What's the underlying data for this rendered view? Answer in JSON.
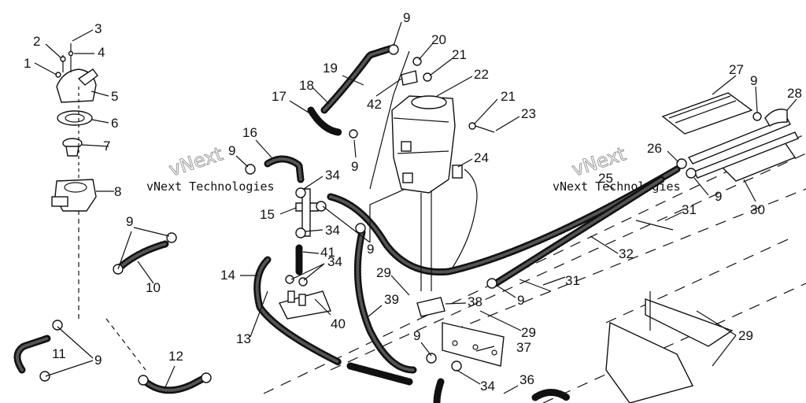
{
  "watermarks": [
    {
      "text": "vNext Technologies"
    },
    {
      "text": "vNext Technologies"
    },
    {
      "text": "vNext"
    },
    {
      "text": "vNext"
    }
  ],
  "callouts": [
    {
      "text": "1"
    },
    {
      "text": "2"
    },
    {
      "text": "3"
    },
    {
      "text": "4"
    },
    {
      "text": "5"
    },
    {
      "text": "6"
    },
    {
      "text": "7"
    },
    {
      "text": "8"
    },
    {
      "text": "9"
    },
    {
      "text": "10"
    },
    {
      "text": "9"
    },
    {
      "text": "11"
    },
    {
      "text": "12"
    },
    {
      "text": "13"
    },
    {
      "text": "14"
    },
    {
      "text": "15"
    },
    {
      "text": "16"
    },
    {
      "text": "9"
    },
    {
      "text": "34"
    },
    {
      "text": "34"
    },
    {
      "text": "41"
    },
    {
      "text": "34"
    },
    {
      "text": "40"
    },
    {
      "text": "17"
    },
    {
      "text": "18"
    },
    {
      "text": "19"
    },
    {
      "text": "9"
    },
    {
      "text": "42"
    },
    {
      "text": "9"
    },
    {
      "text": "20"
    },
    {
      "text": "21"
    },
    {
      "text": "22"
    },
    {
      "text": "21"
    },
    {
      "text": "23"
    },
    {
      "text": "24"
    },
    {
      "text": "9"
    },
    {
      "text": "29"
    },
    {
      "text": "39"
    },
    {
      "text": "38"
    },
    {
      "text": "9"
    },
    {
      "text": "29"
    },
    {
      "text": "37"
    },
    {
      "text": "9"
    },
    {
      "text": "34"
    },
    {
      "text": "36"
    },
    {
      "text": "31"
    },
    {
      "text": "32"
    },
    {
      "text": "25"
    },
    {
      "text": "31"
    },
    {
      "text": "26"
    },
    {
      "text": "9"
    },
    {
      "text": "27"
    },
    {
      "text": "9"
    },
    {
      "text": "28"
    },
    {
      "text": "30"
    },
    {
      "text": "29"
    }
  ]
}
